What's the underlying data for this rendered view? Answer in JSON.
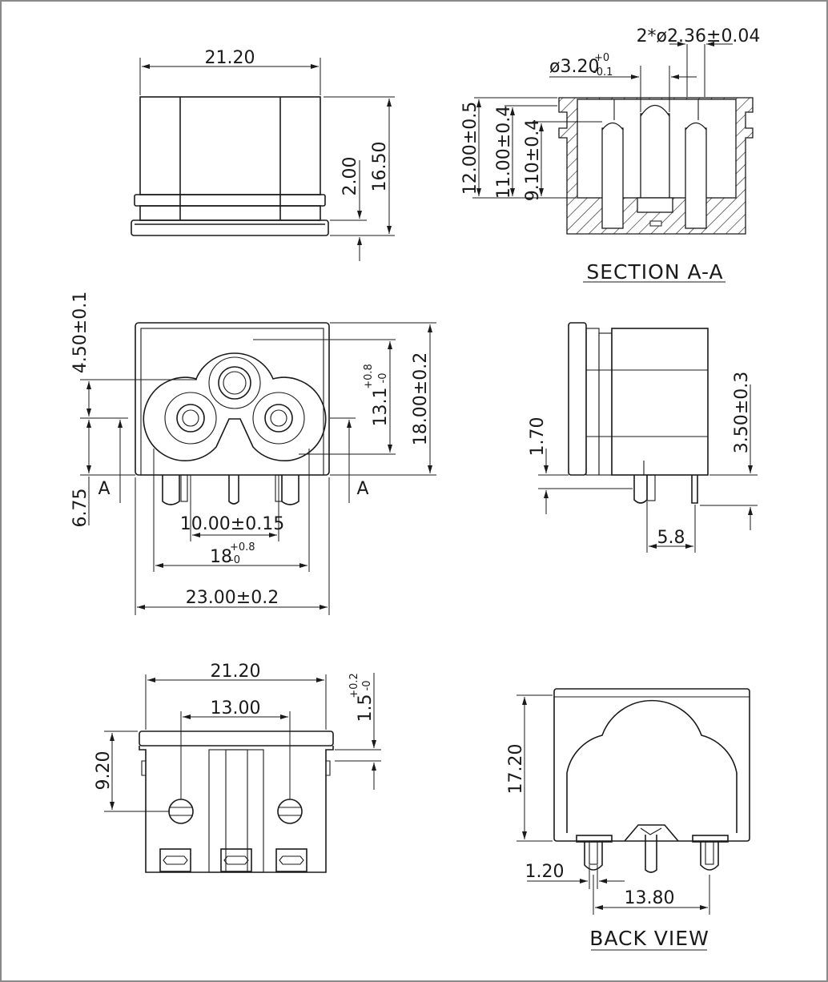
{
  "views": {
    "top": {
      "width_label": "21.20",
      "flange_label": "2.00",
      "height_label": "16.50"
    },
    "section": {
      "caption": "SECTION A-A",
      "pin_dia_label": "2*ø2.36±0.04",
      "center_dia_base": "ø3.20",
      "center_dia_sup": "+0",
      "center_dia_sub": "-0.1",
      "h12_label": "12.00±0.5",
      "h11_label": "11.00±0.4",
      "h9_label": "9.10±0.4"
    },
    "front": {
      "v450_label": "4.50±0.1",
      "v675_label": "6.75",
      "v131_base": "13.1",
      "v131_sup": "+0.8",
      "v131_sub": "-0",
      "v18_label": "18.00±0.2",
      "pin_spacing_label": "10.00±0.15",
      "body18_base": "18",
      "body18_sup": "+0.8",
      "body18_sub": "-0",
      "overall_width_label": "23.00±0.2",
      "section_mark": "A"
    },
    "side": {
      "v170_label": "1.70",
      "v350_label": "3.50±0.3",
      "h58_label": "5.8"
    },
    "bottom": {
      "width_label": "21.20",
      "pitch_label": "13.00",
      "depth_label": "9.20",
      "v15_base": "1.5",
      "v15_sup": "+0.2",
      "v15_sub": "-0"
    },
    "back": {
      "caption": "BACK VIEW",
      "height_label": "17.20",
      "pin_width_label": "1.20",
      "pin_spacing_label": "13.80"
    }
  }
}
